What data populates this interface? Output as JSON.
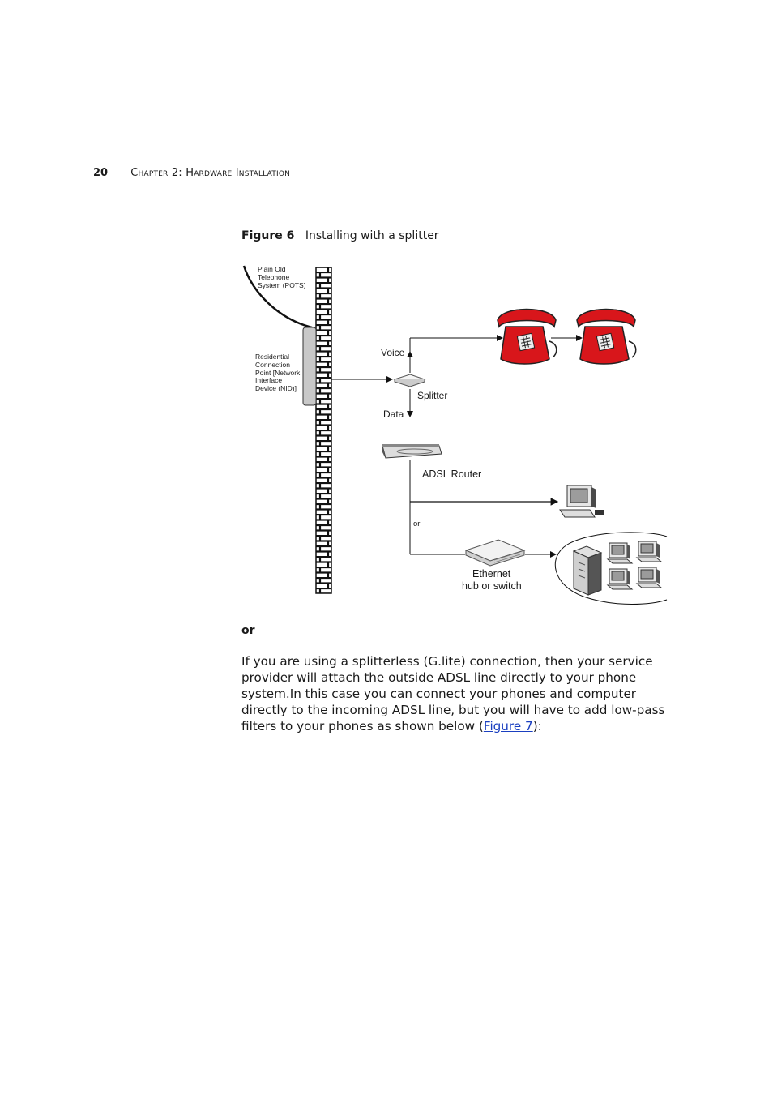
{
  "header": {
    "page_number": "20",
    "chapter": "Chapter 2: Hardware Installation"
  },
  "figure": {
    "label": "Figure 6",
    "caption": "Installing with a splitter",
    "labels": {
      "pots_1": "Plain Old",
      "pots_2": "Telephone",
      "pots_3": "System (POTS)",
      "nid_1": "Residential",
      "nid_2": "Connection",
      "nid_3": "Point [Network",
      "nid_4": "Interface",
      "nid_5": "Device (NID)]",
      "voice": "Voice",
      "splitter": "Splitter",
      "data": "Data",
      "router": "ADSL Router",
      "or": "or",
      "ethernet_1": "Ethernet",
      "ethernet_2": "hub or switch"
    }
  },
  "or_heading": "or",
  "paragraph": {
    "text_before": "If you are using a splitterless (G.lite) connection, then your service provider will attach the outside ADSL line directly to your phone system.In this case you can connect your phones and computer directly to the incoming ADSL line, but you will have to add low-pass filters to your phones as shown below (",
    "link_text": "Figure 7",
    "text_after": "):"
  },
  "colors": {
    "phone_red": "#d8161b",
    "link": "#1a3fc0"
  }
}
